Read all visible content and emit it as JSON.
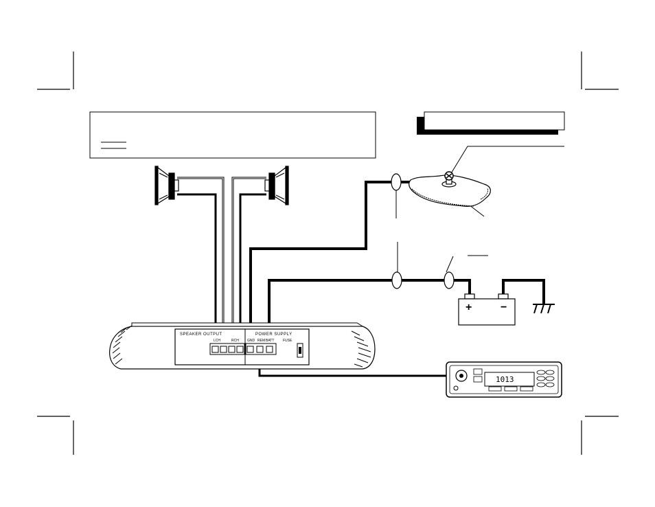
{
  "amplifier": {
    "speaker_output_label": "SPEAKER OUTPUT",
    "power_supply_label": "POWER SUPPLY",
    "fuse_label": "FUSE",
    "lch_label": "LCH",
    "rch_label": "RCH",
    "gnd_label": "GND",
    "rem_label": "REM",
    "batt_label": "BATT"
  },
  "battery": {
    "positive_label": "+",
    "negative_label": "−"
  },
  "head_unit": {
    "display_text": "1013"
  }
}
